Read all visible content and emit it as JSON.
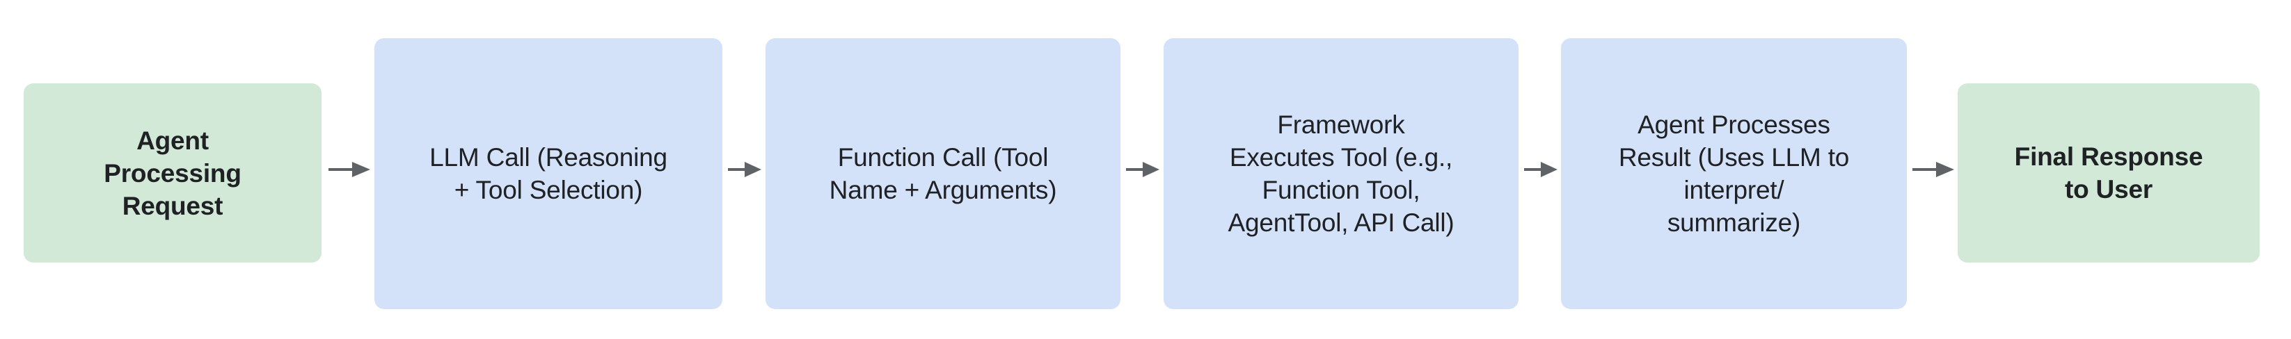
{
  "diagram": {
    "type": "flowchart",
    "orientation": "left-to-right",
    "background_color": "#ffffff",
    "nodes": [
      {
        "id": "agent-processing-request",
        "label": "Agent\nProcessing\nRequest",
        "shape": "rounded-rectangle",
        "role": "terminal",
        "fill_color": "#d2e9d8",
        "text_color": "#202124"
      },
      {
        "id": "llm-call",
        "label": "LLM Call (Reasoning\n+ Tool Selection)",
        "shape": "rounded-rectangle",
        "role": "process",
        "fill_color": "#d3e1f9",
        "text_color": "#202124"
      },
      {
        "id": "function-call",
        "label": "Function Call (Tool\nName + Arguments)",
        "shape": "rounded-rectangle",
        "role": "process",
        "fill_color": "#d3e1f9",
        "text_color": "#202124"
      },
      {
        "id": "framework-executes-tool",
        "label": "Framework\nExecutes Tool (e.g.,\nFunction Tool,\nAgentTool, API Call)",
        "shape": "rounded-rectangle",
        "role": "process",
        "fill_color": "#d3e1f9",
        "text_color": "#202124"
      },
      {
        "id": "agent-processes-result",
        "label": "Agent Processes\nResult (Uses LLM to\ninterpret/\nsummarize)",
        "shape": "rounded-rectangle",
        "role": "process",
        "fill_color": "#d3e1f9",
        "text_color": "#202124"
      },
      {
        "id": "final-response-to-user",
        "label": "Final Response\nto User",
        "shape": "rounded-rectangle",
        "role": "terminal",
        "fill_color": "#d2e9d8",
        "text_color": "#202124"
      }
    ],
    "edges": [
      {
        "id": "edge-0",
        "from": "agent-processing-request",
        "to": "llm-call",
        "style": "solid-arrow",
        "label": "",
        "color": "#5f6368"
      },
      {
        "id": "edge-1",
        "from": "llm-call",
        "to": "function-call",
        "style": "solid-arrow",
        "label": "",
        "color": "#5f6368"
      },
      {
        "id": "edge-2",
        "from": "function-call",
        "to": "framework-executes-tool",
        "style": "solid-arrow",
        "label": "",
        "color": "#5f6368"
      },
      {
        "id": "edge-3",
        "from": "framework-executes-tool",
        "to": "agent-processes-result",
        "style": "solid-arrow",
        "label": "",
        "color": "#5f6368"
      },
      {
        "id": "edge-4",
        "from": "agent-processes-result",
        "to": "final-response-to-user",
        "style": "solid-arrow",
        "label": "",
        "color": "#5f6368"
      }
    ]
  }
}
